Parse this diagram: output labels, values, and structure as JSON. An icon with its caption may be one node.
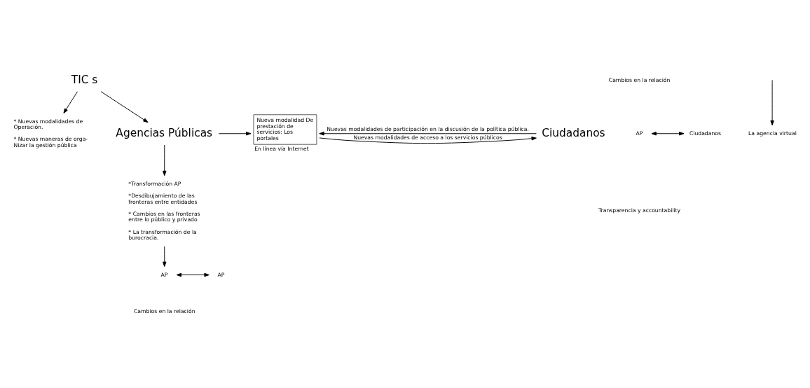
{
  "diagram": {
    "nodes": [
      {
        "text": [
          "TIC s"
        ]
      },
      {
        "text": [
          "* Nuevas modalidades de Operación.",
          "* Nuevas maneras de orga- Nizar la gestión pública"
        ]
      },
      {
        "text": [
          "Agencias Públicas"
        ]
      },
      {
        "text": [
          "Nueva modalidad De prestación de servicios: Los portales"
        ],
        "beside": [
          "En línea vía Internet"
        ]
      },
      {
        "text": [
          "Ciudadanos"
        ]
      },
      {
        "text": [
          "*Transformación AP",
          "*Desdibujamiento de las fronteras entre entidades",
          "* Cambios en las fronteras entre lo público y privado",
          "* La transformación de la burocracia."
        ]
      },
      {
        "text": [
          "AP"
        ]
      },
      {
        "text": [
          "Ciudadanos"
        ]
      },
      {
        "text": [
          "AP"
        ]
      },
      {
        "text": [
          "AP"
        ]
      },
      {
        "text": [
          "La agencia virtual"
        ]
      }
    ],
    "edges": [
      {
        "from": 0,
        "to": 1,
        "arrow": "to"
      },
      {
        "from": 0,
        "to": 2,
        "arrow": "to"
      },
      {
        "from": 2,
        "to": 3,
        "arrow": "to"
      },
      {
        "from": 3,
        "to": 4,
        "arrow": "to",
        "label": "Nuevas modalidades de acceso a los servicios públicos"
      },
      {
        "from": 4,
        "to": 3,
        "arrow": "to",
        "label": "Nuevas modalidades de participación en la discusión de la política pública."
      },
      {
        "from": 2,
        "to": 5,
        "arrow": "to"
      },
      {
        "from": 6,
        "to": 7,
        "arrow": "both"
      },
      {
        "from": 5,
        "to": 8,
        "arrow": "to"
      },
      {
        "from": 8,
        "to": 9,
        "arrow": "both"
      },
      {
        "from": null,
        "to": 10,
        "arrow": "to"
      }
    ],
    "labels": [
      "Cambios en la relación",
      "Transparencia y accountability",
      "Cambios en la relación"
    ]
  }
}
